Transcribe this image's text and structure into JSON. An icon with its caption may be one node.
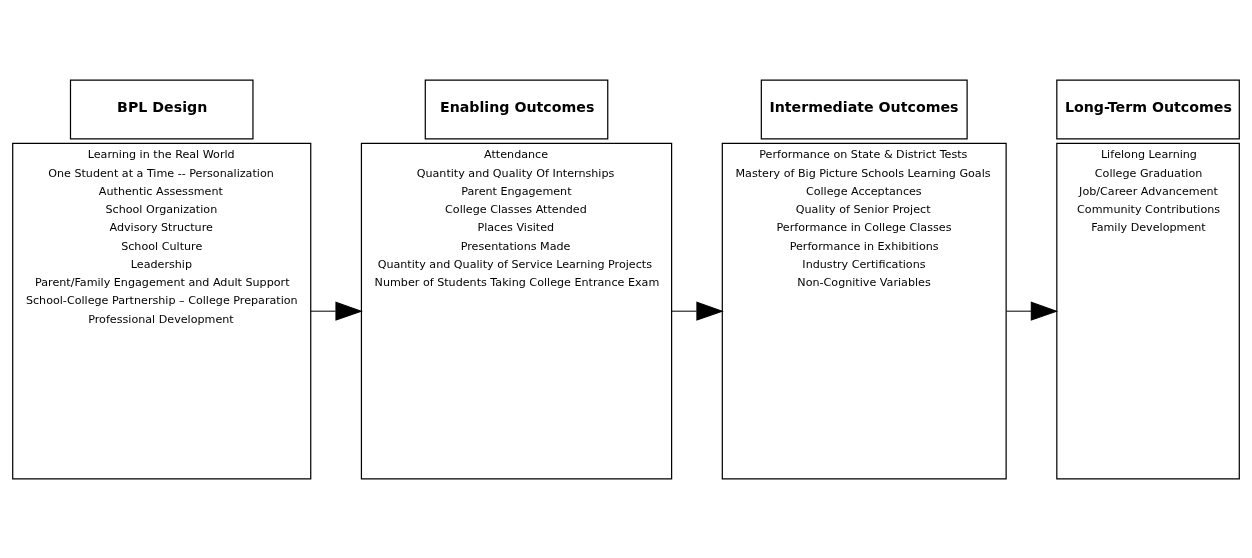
{
  "diagram": {
    "nodes": [
      {
        "text": [
          "BPL Design"
        ]
      },
      {
        "text": [
          "Learning in the Real World",
          "One Student at a Time -- Personalization",
          "Authentic Assessment",
          "School Organization",
          "Advisory Structure",
          "School Culture",
          "Leadership",
          "Parent/Family Engagement and Adult Support",
          "School-College Partnership – College Preparation",
          "Professional Development"
        ]
      },
      {
        "text": [
          "Enabling Outcomes"
        ]
      },
      {
        "text": [
          "Attendance",
          "Quantity and Quality Of Internships",
          "Parent Engagement",
          "College Classes Attended",
          "Places Visited",
          "Presentations Made",
          "Quantity and Quality of Service Learning Projects",
          "Number of Students Taking College Entrance Exam"
        ]
      },
      {
        "text": [
          "Intermediate Outcomes"
        ]
      },
      {
        "text": [
          "Performance on State & District Tests",
          "Mastery of Big Picture Schools Learning Goals",
          "College Acceptances",
          "Quality of Senior Project",
          "Performance in College Classes",
          "Performance in Exhibitions",
          "Industry Certifications",
          "Non-Cognitive Variables"
        ]
      },
      {
        "text": [
          "Long-Term Outcomes"
        ]
      },
      {
        "text": [
          "Lifelong Learning",
          "College Graduation",
          "Job/Career Advancement",
          "Community Contributions",
          "Family Development"
        ]
      }
    ],
    "edges": [
      {
        "from": 1,
        "to": 3,
        "arrow": "to"
      },
      {
        "from": 3,
        "to": 5,
        "arrow": "to"
      },
      {
        "from": 5,
        "to": 7,
        "arrow": "to"
      }
    ]
  }
}
